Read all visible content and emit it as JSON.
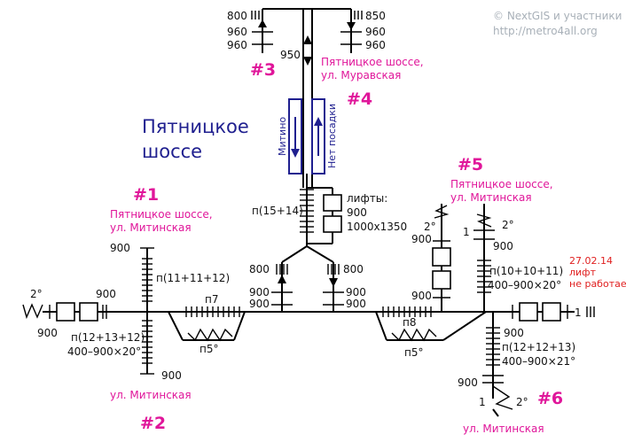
{
  "attribution": {
    "line1": "© NextGIS и участники",
    "line2": "http://metro4all.org"
  },
  "station": {
    "line1": "Пятницкое",
    "line2": "шоссе"
  },
  "platform": {
    "left_label": "Митино",
    "right_label": "Нет посадки"
  },
  "exit1": {
    "number": "#1",
    "street_line1": "Пятницкое шоссе,",
    "street_line2": "ул. Митинская",
    "stair": "п(11+11+12)",
    "width_top": "900"
  },
  "exit2": {
    "number": "#2",
    "street": "ул. Митинская",
    "stair": "п(12+13+12)",
    "stair_widths": "400–900×20°",
    "width_bottom": "900"
  },
  "exit3": {
    "number": "#3",
    "widths_left": [
      "800",
      "960",
      "960"
    ]
  },
  "exit4": {
    "number": "#4",
    "street_line1": "Пятницкое шоссе,",
    "street_line2": "ул. Муравская",
    "widths_right": [
      "850",
      "960",
      "960"
    ]
  },
  "exit5": {
    "number": "#5",
    "street_line1": "Пятницкое шоссе,",
    "street_line2": "ул. Митинская",
    "stair": "п(10+10+11)",
    "stair_widths": "400–900×20°",
    "lift_note": {
      "date": "27.02.14",
      "line2": "лифт",
      "line3": "не работает"
    }
  },
  "exit6": {
    "number": "#6",
    "street": "ул. Митинская",
    "stair": "п(12+12+13)",
    "stair_widths": "400–900×21°",
    "width": "900"
  },
  "main_stair": {
    "label": "п(15+14)",
    "lifts_label": "лифты:",
    "lifts_width": "900",
    "lifts_size": "1000х1350"
  },
  "corridor": {
    "w950": "950",
    "w800_left": "800",
    "w800_right": "800",
    "w900_mid": [
      "900",
      "900",
      "900",
      "900"
    ],
    "w900_left_tunnel": [
      "900",
      "900"
    ],
    "w900_right_tunnel": [
      "900",
      "900"
    ],
    "w900_right_mid": "900",
    "w900_right_top": "900"
  },
  "ramps": {
    "n7": "п7",
    "n8": "п8",
    "deg5_left": "п5°",
    "deg5_right": "п5°"
  },
  "angles": {
    "deg2_left": "2°",
    "deg2_r1": "2°",
    "deg2_r2": "2°",
    "deg2_r3": "2°"
  },
  "ones": [
    "1",
    "1",
    "1"
  ]
}
